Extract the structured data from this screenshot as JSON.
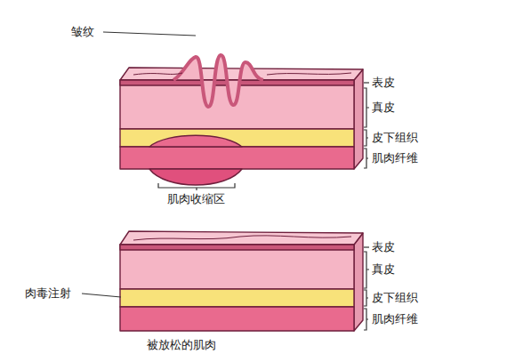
{
  "diagram": {
    "labels": [
      "皱纹",
      "表皮",
      "真皮",
      "皮下组织",
      "肌肉纤维",
      "肌肉收缩区",
      "表皮",
      "真皮",
      "皮下组织",
      "肌肉纤维",
      "肉毒注射",
      "被放松的肌肉"
    ]
  }
}
